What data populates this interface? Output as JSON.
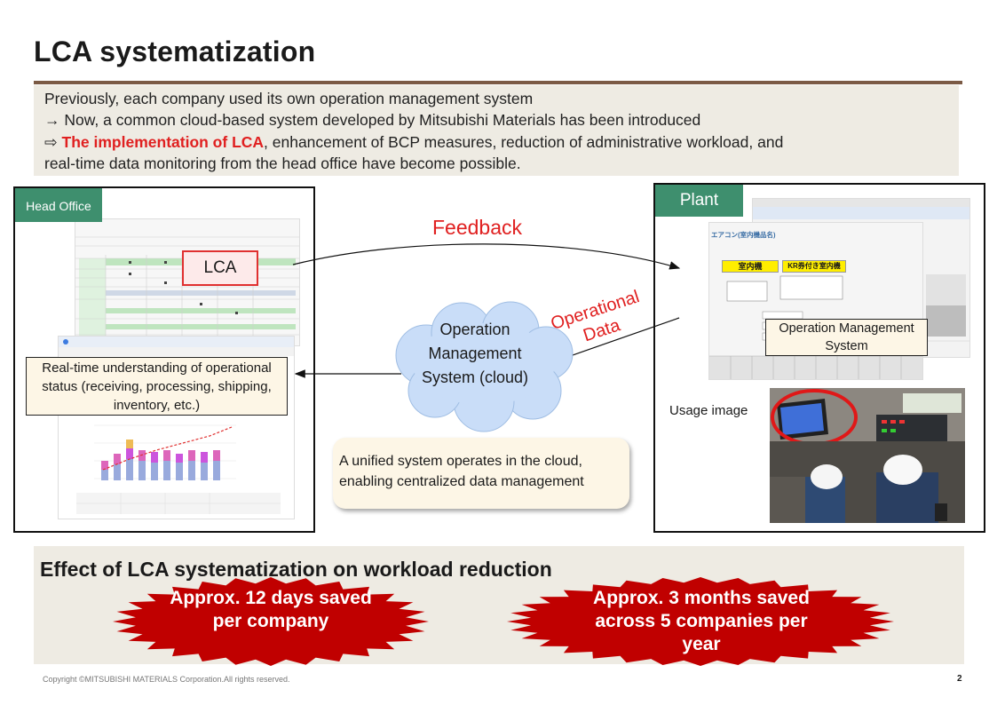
{
  "title": "LCA systematization",
  "intro": {
    "line1": "Previously, each company used its own operation management system",
    "line2": "→ Now, a common cloud-based system developed by Mitsubishi Materials has been introduced",
    "line3_prefix": "⇨ ",
    "line3_highlight": "The implementation of LCA",
    "line3_rest": ", enhancement of BCP measures, reduction of administrative workload, and",
    "line4": "real-time data monitoring from the head office have become possible."
  },
  "head_office": {
    "tab": "Head Office",
    "lca_label": "LCA",
    "callout": "Real-time understanding of operational status (receiving, processing, shipping, inventory, etc.)"
  },
  "plant": {
    "tab": "Plant",
    "screen_title": "エアコン(室内機品名)",
    "screen_header": "室内機",
    "screen_header2": "KR券付き室内機",
    "callout": "Operation Management System",
    "usage_label": "Usage image"
  },
  "flow": {
    "feedback": "Feedback",
    "operational_data": "Operational Data"
  },
  "cloud": {
    "text": "Operation Management System (cloud)"
  },
  "note": "A unified system operates in the cloud, enabling centralized data management",
  "effect": {
    "title": "Effect of LCA systematization on workload reduction",
    "burst1": "Approx. 12 days saved per company",
    "burst2": "Approx. 3 months saved across 5 companies per year"
  },
  "footer": {
    "copyright": "Copyright ©MITSUBISHI MATERIALS Corporation.All rights reserved.",
    "page": "2"
  },
  "colors": {
    "accent_red": "#e02020",
    "tab_green": "#3e8f6e",
    "burst_red": "#c00000",
    "panel_bg": "#eeebe3",
    "rule_brown": "#7b5a45"
  }
}
